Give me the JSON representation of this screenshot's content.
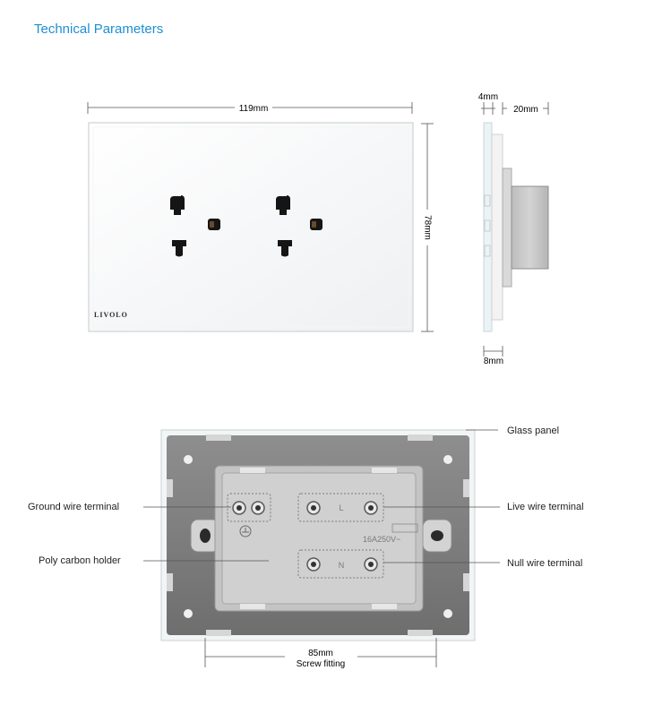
{
  "title": "Technical Parameters",
  "front": {
    "width_label": "119mm",
    "height_label": "78mm",
    "brand": "LIVOLO"
  },
  "side": {
    "glass_label": "4mm",
    "depth_label": "20mm",
    "base_label": "8mm"
  },
  "back": {
    "glass_panel": "Glass panel",
    "ground_wire": "Ground wire terminal",
    "poly_holder": "Poly carbon holder",
    "live_wire": "Live wire terminal",
    "null_wire": "Null wire terminal",
    "screw_dim": "85mm",
    "screw_label": "Screw fitting",
    "mark_l": "L",
    "mark_n": "N",
    "rating": "16A250V~"
  }
}
